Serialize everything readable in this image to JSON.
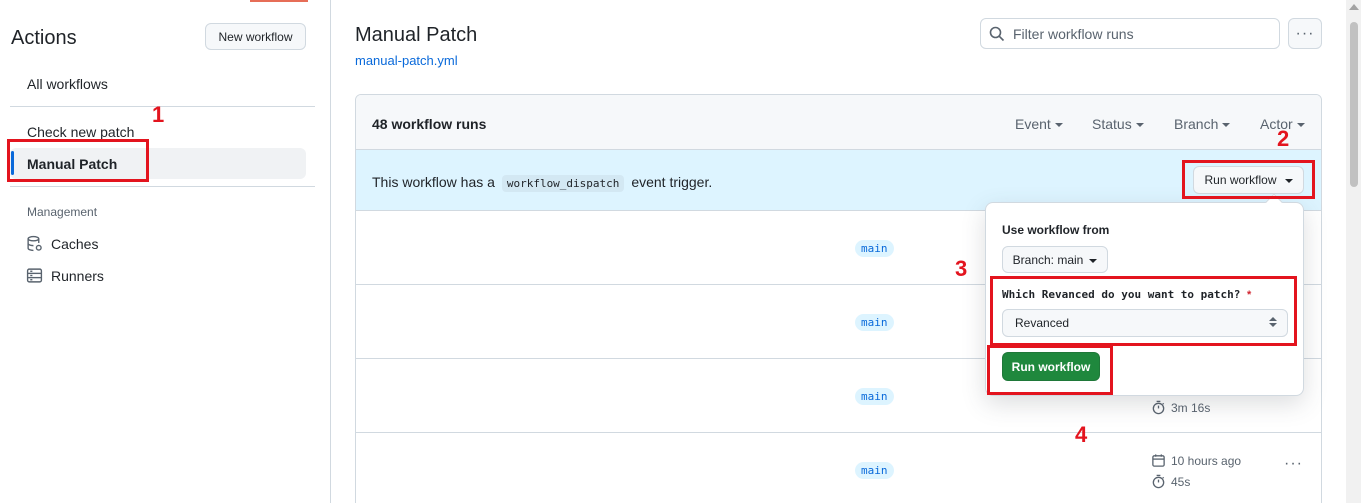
{
  "sidebar": {
    "title": "Actions",
    "new_workflow_label": "New workflow",
    "items": [
      {
        "label": "All workflows"
      },
      {
        "label": "Check new patch"
      },
      {
        "label": "Manual Patch",
        "selected": true
      }
    ],
    "management_heading": "Management",
    "management_items": [
      {
        "label": "Caches",
        "icon": "database-icon"
      },
      {
        "label": "Runners",
        "icon": "server-icon"
      }
    ]
  },
  "header": {
    "title": "Manual Patch",
    "file_link": "manual-patch.yml",
    "filter_placeholder": "Filter workflow runs",
    "more_icon": "kebab-horizontal-icon"
  },
  "runs": {
    "count_label": "48 workflow runs",
    "filters": [
      "Event",
      "Status",
      "Branch",
      "Actor"
    ],
    "dispatch": {
      "text_before": "This workflow has a",
      "code": "workflow_dispatch",
      "text_after": "event trigger.",
      "button_label": "Run workflow"
    },
    "rows": [
      {
        "branch": "main"
      },
      {
        "branch": "main"
      },
      {
        "branch": "main",
        "duration": "3m 16s"
      },
      {
        "branch": "main",
        "time_ago": "10 hours ago",
        "duration": "45s"
      }
    ]
  },
  "dropdown": {
    "use_from_label": "Use workflow from",
    "branch_button": "Branch: main",
    "question_label": "Which Revanced do you want to patch?",
    "required_marker": "*",
    "selected_option": "Revanced",
    "submit_label": "Run workflow"
  },
  "annotations": [
    "1",
    "2",
    "3",
    "4"
  ],
  "colors": {
    "accent_blue": "#0969da",
    "primary_green": "#1f883d",
    "annotation_red": "#e3141e",
    "dispatch_bg": "#ddf4ff"
  }
}
